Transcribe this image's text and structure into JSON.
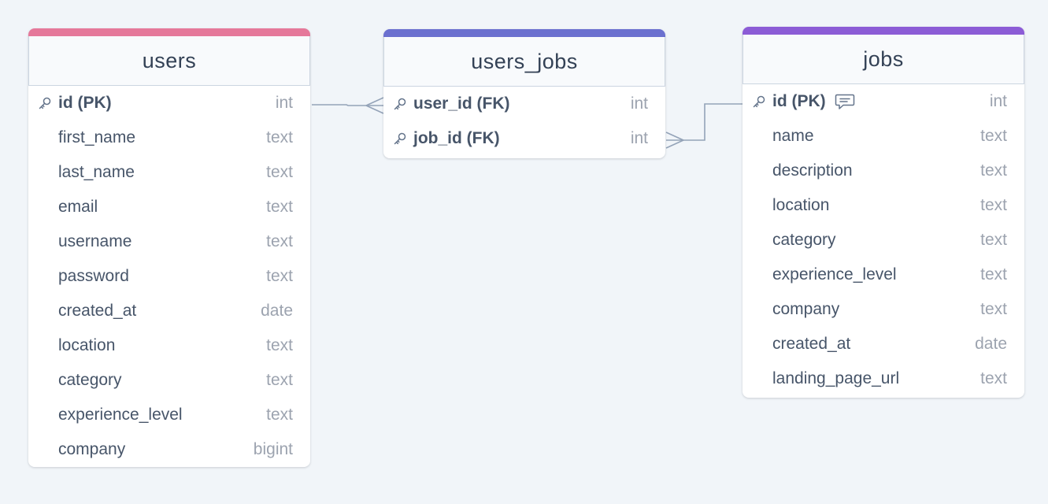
{
  "colors": {
    "canvas_bg": "#f1f5f9",
    "users_accent": "#e5789a",
    "users_jobs_accent": "#6b70cf",
    "jobs_accent": "#8c5cd6",
    "connector": "#94a3b8"
  },
  "tables": {
    "users": {
      "name": "users",
      "columns": [
        {
          "name": "id (PK)",
          "type": "int",
          "key": true
        },
        {
          "name": "first_name",
          "type": "text"
        },
        {
          "name": "last_name",
          "type": "text"
        },
        {
          "name": "email",
          "type": "text"
        },
        {
          "name": "username",
          "type": "text"
        },
        {
          "name": "password",
          "type": "text"
        },
        {
          "name": "created_at",
          "type": "date"
        },
        {
          "name": "location",
          "type": "text"
        },
        {
          "name": "category",
          "type": "text"
        },
        {
          "name": "experience_level",
          "type": "text"
        },
        {
          "name": "company",
          "type": "bigint"
        }
      ]
    },
    "users_jobs": {
      "name": "users_jobs",
      "columns": [
        {
          "name": "user_id (FK)",
          "type": "int",
          "key": true
        },
        {
          "name": "job_id (FK)",
          "type": "int",
          "key": true
        }
      ]
    },
    "jobs": {
      "name": "jobs",
      "columns": [
        {
          "name": "id (PK)",
          "type": "int",
          "key": true,
          "note_icon": "comment-icon"
        },
        {
          "name": "name",
          "type": "text"
        },
        {
          "name": "description",
          "type": "text"
        },
        {
          "name": "location",
          "type": "text"
        },
        {
          "name": "category",
          "type": "text"
        },
        {
          "name": "experience_level",
          "type": "text"
        },
        {
          "name": "company",
          "type": "text"
        },
        {
          "name": "created_at",
          "type": "date"
        },
        {
          "name": "landing_page_url",
          "type": "text"
        }
      ]
    }
  },
  "relationships": [
    {
      "from": "users.id (PK)",
      "to": "users_jobs.user_id (FK)",
      "cardinality": "one-to-many"
    },
    {
      "from": "jobs.id (PK)",
      "to": "users_jobs.job_id (FK)",
      "cardinality": "one-to-many"
    }
  ]
}
